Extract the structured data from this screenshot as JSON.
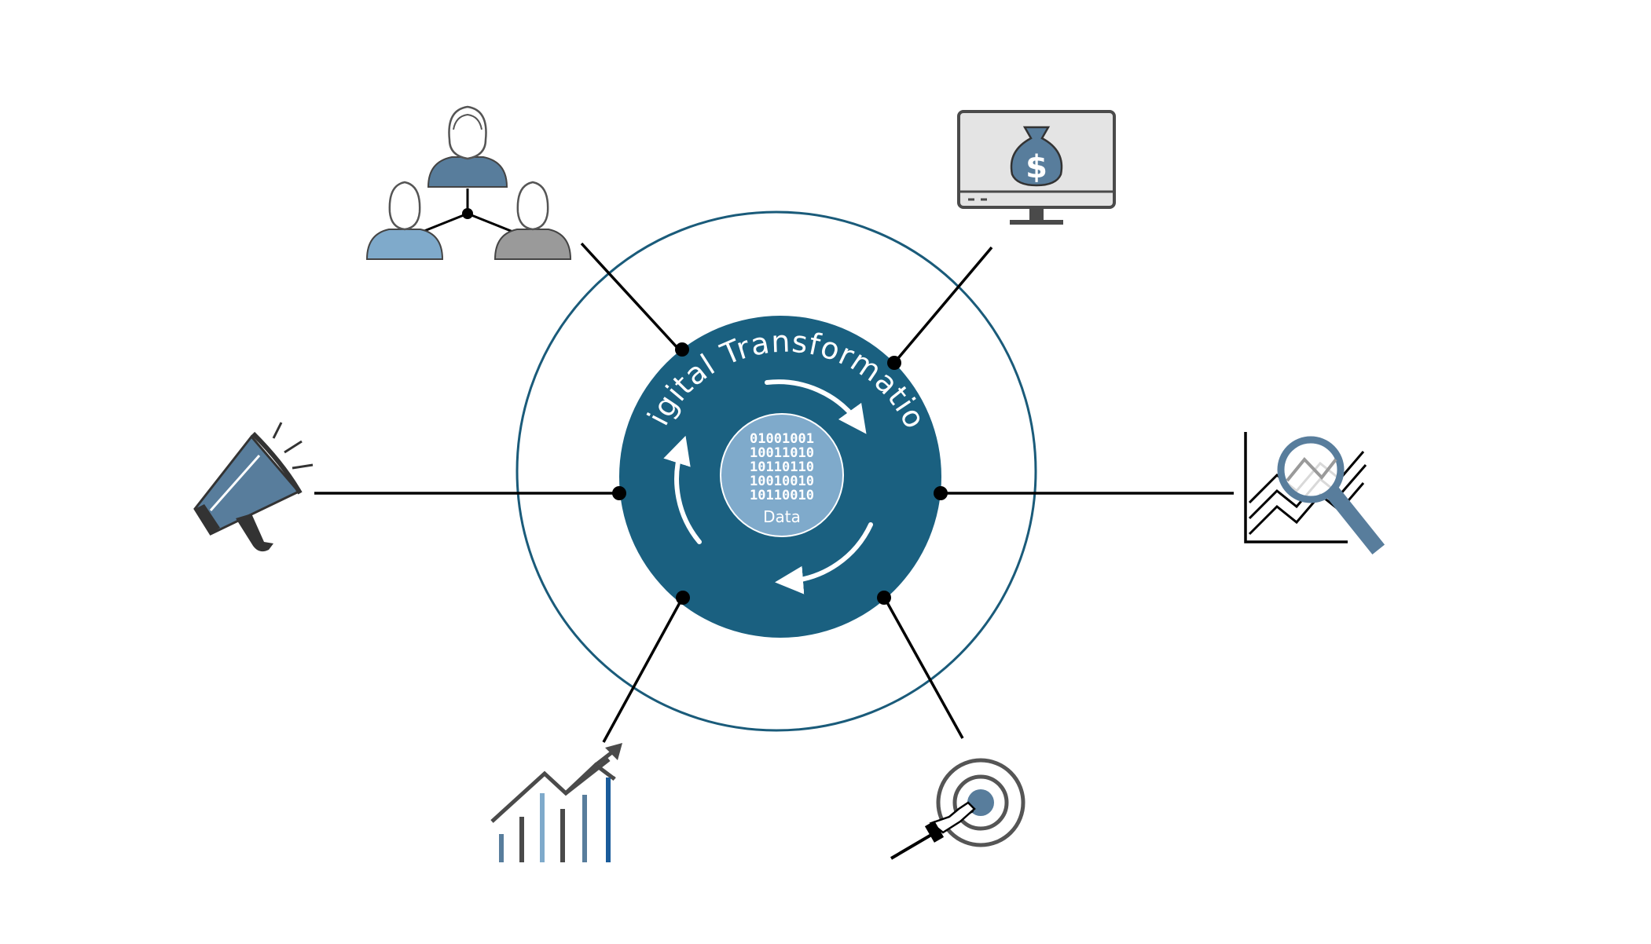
{
  "diagram": {
    "title": "Digital Transformation",
    "core": {
      "binary_lines": [
        "01001001",
        "10011010",
        "10110110",
        "10010010",
        "10110010"
      ],
      "label": "Data"
    },
    "colors": {
      "hub": "#1a6080",
      "outer_ring": "#1a5b7a",
      "data_core": "#7faacb",
      "line": "#000000",
      "icon_dark": "#4a4a4a",
      "icon_blue": "#587d9c",
      "icon_light_blue": "#7faacb",
      "icon_gray": "#9a9a9a"
    },
    "spokes": [
      {
        "id": "people-network",
        "icon": "people-network-icon"
      },
      {
        "id": "money-monitor",
        "icon": "money-monitor-icon"
      },
      {
        "id": "chart-analysis",
        "icon": "magnifier-chart-icon"
      },
      {
        "id": "target",
        "icon": "target-dart-icon"
      },
      {
        "id": "growth",
        "icon": "growth-chart-icon"
      },
      {
        "id": "megaphone",
        "icon": "megaphone-icon"
      }
    ]
  }
}
